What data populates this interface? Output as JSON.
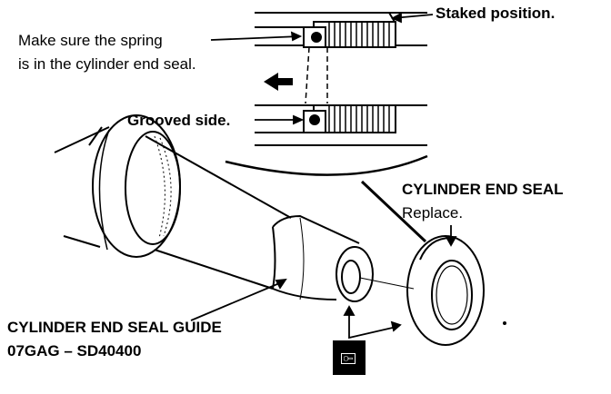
{
  "labels": {
    "staked_position": "Staked position.",
    "spring_line1": "Make sure the spring",
    "spring_line2": "is in the cylinder end seal.",
    "grooved_side": "Grooved side.",
    "cylinder_end_seal": "CYLINDER END SEAL",
    "replace": "Replace.",
    "seal_guide": "CYLINDER END SEAL GUIDE",
    "part_number": "07GAG – SD40400"
  },
  "icons": {
    "direction_arrow": "left-arrow-icon",
    "special_tool": "special-tool-icon"
  }
}
